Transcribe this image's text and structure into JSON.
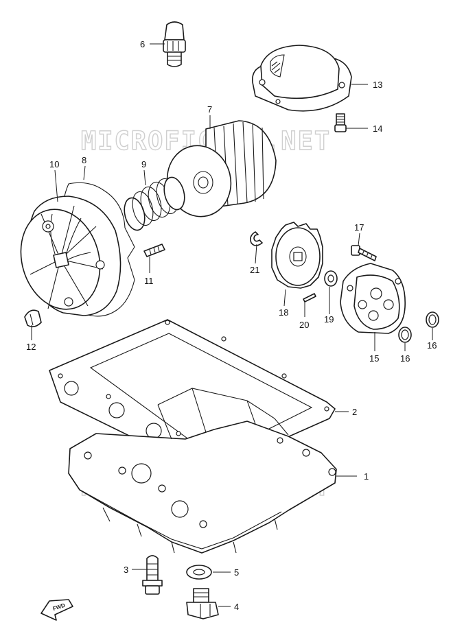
{
  "watermark": "MICROFICHES.NET",
  "direction_marker": "FWD",
  "callouts": [
    "1",
    "2",
    "3",
    "4",
    "5",
    "6",
    "7",
    "8",
    "9",
    "10",
    "11",
    "12",
    "13",
    "14",
    "15",
    "16",
    "16",
    "17",
    "18",
    "19",
    "20",
    "21"
  ]
}
